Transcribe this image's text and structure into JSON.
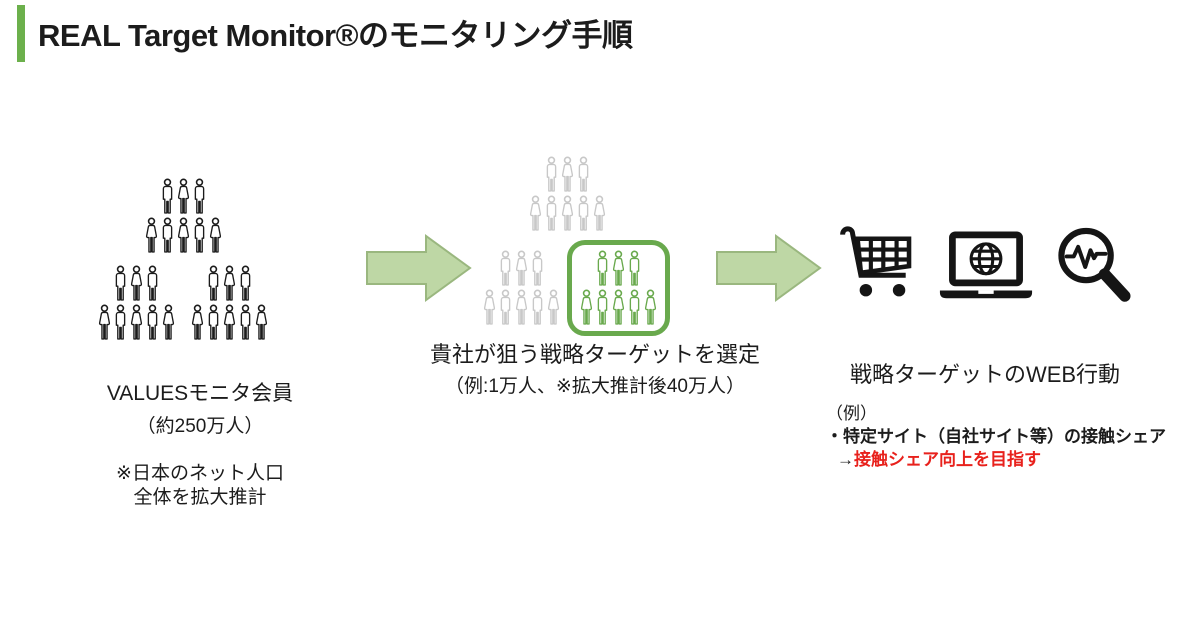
{
  "title": "REAL Target Monitor®のモニタリング手順",
  "colors": {
    "accent_green": "#69a94d",
    "accent_bright": "#6cb04c",
    "arrow_fill": "#bed7a5",
    "arrow_stroke": "#9ab77f",
    "gray_person": "#c8c8c8",
    "ink": "#1c1c1c",
    "alert_red": "#e8211c"
  },
  "crowd": {
    "rows": [
      "MFM",
      "FMFMF"
    ],
    "left_icon": "crowd-pictogram-black",
    "mid_unselected_icon": "crowd-pictogram-gray",
    "mid_selected_icon": "crowd-pictogram-green-highlight"
  },
  "arrow_icon": "block-arrow-right-icon",
  "step1": {
    "line1": "VALUESモニタ会員",
    "line2": "（約250万人）",
    "note1": "※日本のネット人口",
    "note2": "全体を拡大推計"
  },
  "step2": {
    "line1": "貴社が狙う戦略ターゲットを選定",
    "line2": "（例:1万人、※拡大推計後40万人）"
  },
  "step3": {
    "heading": "戦略ターゲットのWEB行動",
    "example_label": "（例）",
    "example_item": "・特定サイト（自社サイト等）の接触シェア",
    "goal_arrow": "→",
    "goal": "接触シェア向上を目指す",
    "icons": [
      "shopping-cart-icon",
      "laptop-globe-icon",
      "magnifier-pulse-icon"
    ]
  }
}
